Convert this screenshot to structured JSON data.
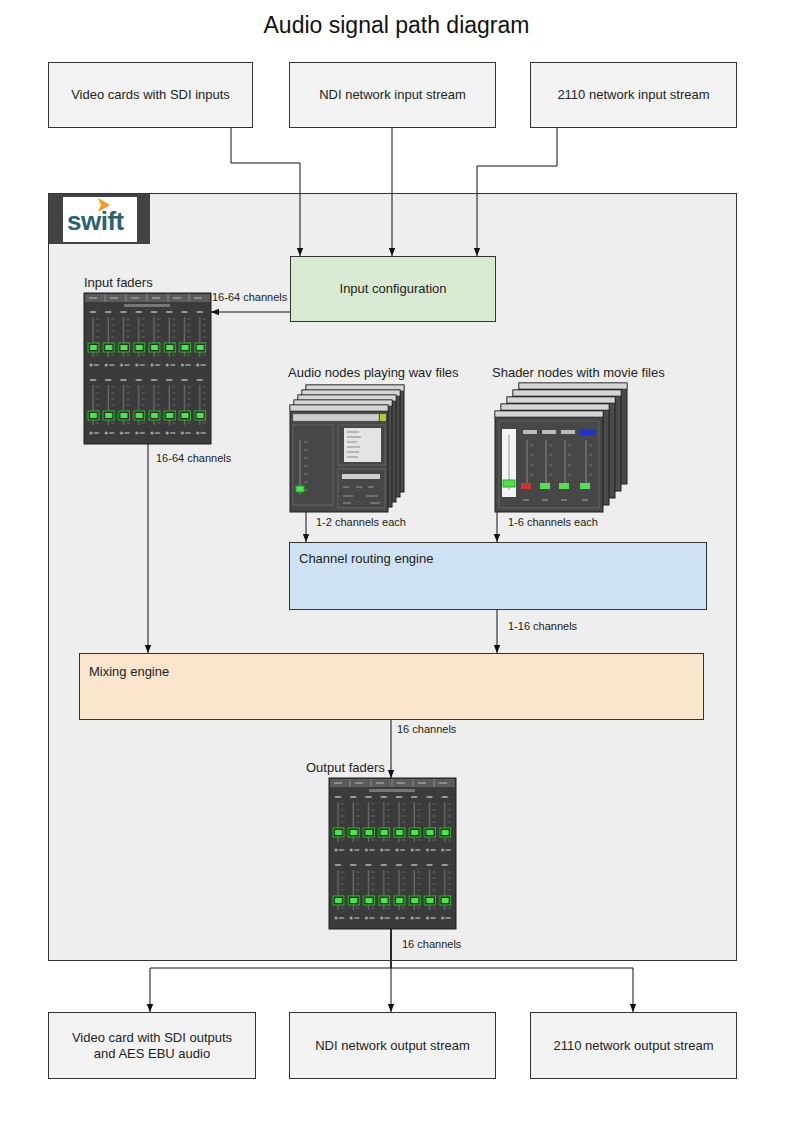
{
  "diagram": {
    "title": "Audio signal path diagram",
    "nodes": [
      {
        "text": [
          "Video cards with SDI inputs"
        ]
      },
      {
        "text": [
          "NDI network input stream"
        ]
      },
      {
        "text": [
          "2110 network input stream"
        ]
      },
      {
        "text": [
          "swift"
        ]
      },
      {
        "text": [
          "Input configuration"
        ],
        "in": 3
      },
      {
        "text": [
          "Input faders"
        ],
        "in": 3
      },
      {
        "text": [
          "Audio nodes playing wav files"
        ],
        "in": 3
      },
      {
        "text": [
          "Shader nodes with movie files"
        ],
        "in": 3
      },
      {
        "text": [
          "Channel routing engine"
        ],
        "in": 3
      },
      {
        "text": [
          "Mixing engine"
        ],
        "in": 3
      },
      {
        "text": [
          "Output faders"
        ],
        "in": 3
      },
      {
        "text": [
          "Video card with SDI outputs and AES EBU audio"
        ]
      },
      {
        "text": [
          "NDI network output stream"
        ]
      },
      {
        "text": [
          "2110 network output stream"
        ]
      }
    ],
    "edges": [
      {
        "from": 0,
        "to": 4,
        "arrow": "to"
      },
      {
        "from": 1,
        "to": 4,
        "arrow": "to"
      },
      {
        "from": 2,
        "to": 4,
        "arrow": "to"
      },
      {
        "from": 4,
        "to": 5,
        "label": "16-64 channels",
        "arrow": "to"
      },
      {
        "from": 5,
        "to": 9,
        "label": "16-64 channels",
        "arrow": "to"
      },
      {
        "from": 6,
        "to": 8,
        "label": "1-2 channels each",
        "arrow": "to"
      },
      {
        "from": 7,
        "to": 8,
        "label": "1-6 channels each",
        "arrow": "to"
      },
      {
        "from": 8,
        "to": 9,
        "label": "1-16 channels",
        "arrow": "to"
      },
      {
        "from": 9,
        "to": 10,
        "label": "16 channels",
        "arrow": "to"
      },
      {
        "from": 10,
        "to": 11,
        "arrow": "to"
      },
      {
        "from": 10,
        "to": 12,
        "label": "16 channels",
        "arrow": "to"
      },
      {
        "from": 10,
        "to": 13,
        "arrow": "to"
      }
    ]
  }
}
